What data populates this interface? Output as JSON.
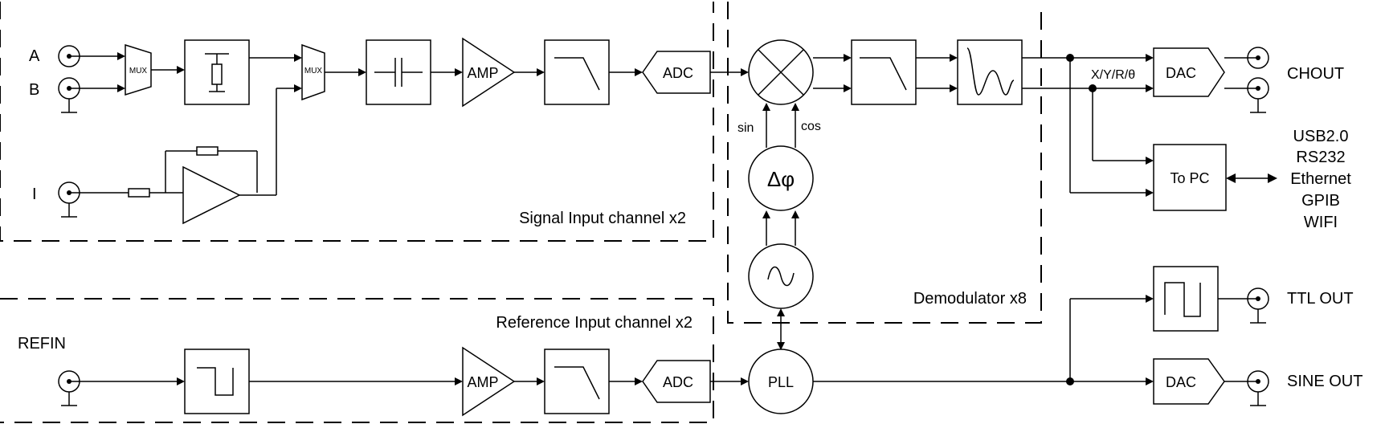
{
  "diagram": {
    "groups": {
      "signal_input": "Signal Input channel x2",
      "reference_input": "Reference Input channel x2",
      "demodulator": "Demodulator x8"
    },
    "inputs": {
      "a": "A",
      "b": "B",
      "i": "I",
      "refin": "REFIN"
    },
    "blocks": {
      "mux": "MUX",
      "amp": "AMP",
      "adc": "ADC",
      "dac": "DAC",
      "pll": "PLL",
      "to_pc": "To PC",
      "delta_phi": "Δφ",
      "osc": "∿"
    },
    "labels": {
      "sin": "sin",
      "cos": "cos",
      "xyr": "X/Y/R/θ"
    },
    "outputs": {
      "chout": "CHOUT",
      "ttl_out": "TTL OUT",
      "sine_out": "SINE OUT"
    },
    "interfaces": [
      "USB2.0",
      "RS232",
      "Ethernet",
      "GPIB",
      "WIFI"
    ]
  }
}
